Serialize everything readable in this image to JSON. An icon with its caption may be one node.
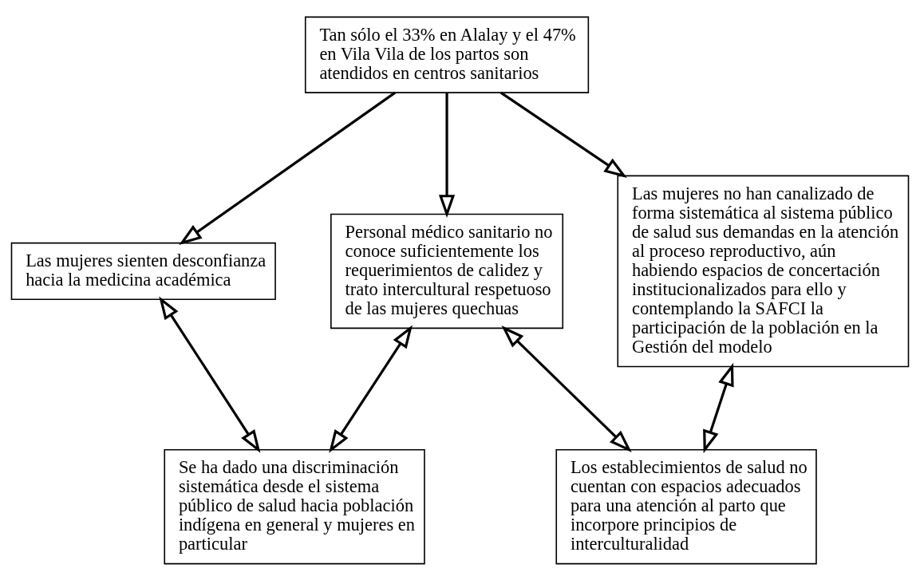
{
  "diagram": {
    "nodes": [
      {
        "text": [
          "Tan sólo el 33% en Alalay y el 47% en Vila Vila de los partos son atendidos en centros sanitarios"
        ]
      },
      {
        "text": [
          "Las mujeres sienten desconfianza hacia la medicina académica"
        ]
      },
      {
        "text": [
          "Personal médico sanitario no conoce suficientemente los requerimientos de calidez y trato intercultural respetuoso de las mujeres quechuas"
        ]
      },
      {
        "text": [
          "Las mujeres no han canalizado de forma sistemática al sistema público de salud sus demandas en la atención al proceso reproductivo, aún habiendo espacios de concertación institucionalizados para ello y contemplando la SAFCI la participación de la población en la Gestión del modelo"
        ]
      },
      {
        "text": [
          "Se ha dado una discriminación sistemática desde el sistema público de salud hacia población indígena en general y mujeres en particular"
        ]
      },
      {
        "text": [
          "Los establecimientos de salud no cuentan con espacios adecuados para una atención al parto que incorpore principios de interculturalidad"
        ]
      }
    ],
    "edges": [
      {
        "from": 0,
        "to": 1,
        "arrow": "to"
      },
      {
        "from": 0,
        "to": 2,
        "arrow": "to"
      },
      {
        "from": 0,
        "to": 3,
        "arrow": "to"
      },
      {
        "from": 1,
        "to": 4,
        "arrow": "both"
      },
      {
        "from": 3,
        "to": 5,
        "arrow": "both"
      },
      {
        "from": 2,
        "to": 4,
        "arrow": "both"
      },
      {
        "from": 2,
        "to": 5,
        "arrow": "both"
      }
    ]
  }
}
